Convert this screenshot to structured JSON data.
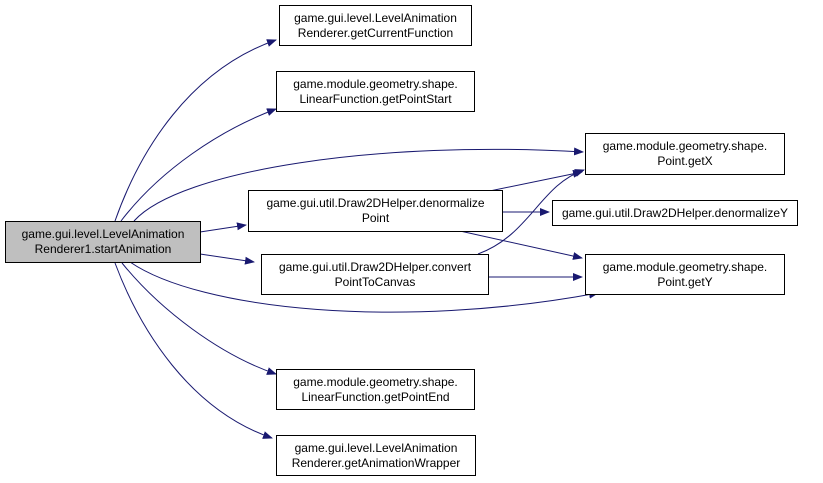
{
  "colors": {
    "edge": "#191970",
    "node_border": "#000000",
    "node_fill": "#ffffff",
    "root_fill": "#bfbfbf"
  },
  "nodes": {
    "start_animation": {
      "line1": "game.gui.level.LevelAnimation",
      "line2": "Renderer1.startAnimation"
    },
    "get_current_function": {
      "line1": "game.gui.level.LevelAnimation",
      "line2": "Renderer.getCurrentFunction"
    },
    "get_point_start": {
      "line1": "game.module.geometry.shape.",
      "line2": "LinearFunction.getPointStart"
    },
    "get_x": {
      "line1": "game.module.geometry.shape.",
      "line2": "Point.getX"
    },
    "denormalize_point": {
      "line1": "game.gui.util.Draw2DHelper.denormalize",
      "line2": "Point"
    },
    "denormalize_y": {
      "line1": "game.gui.util.Draw2DHelper.denormalizeY"
    },
    "convert_point_to_canvas": {
      "line1": "game.gui.util.Draw2DHelper.convert",
      "line2": "PointToCanvas"
    },
    "get_y": {
      "line1": "game.module.geometry.shape.",
      "line2": "Point.getY"
    },
    "get_point_end": {
      "line1": "game.module.geometry.shape.",
      "line2": "LinearFunction.getPointEnd"
    },
    "get_animation_wrapper": {
      "line1": "game.gui.level.LevelAnimation",
      "line2": "Renderer.getAnimationWrapper"
    }
  }
}
